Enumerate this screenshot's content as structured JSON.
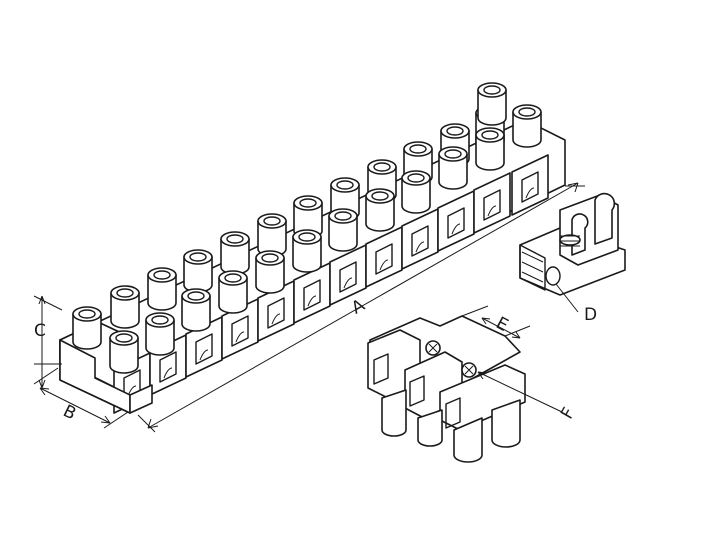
{
  "diagram": {
    "labels": {
      "a": "A",
      "b": "B",
      "c": "C",
      "d": "D",
      "e": "E",
      "f": "F"
    },
    "colors": {
      "line": "#1a1a1a",
      "fill": "#ffffff"
    }
  }
}
